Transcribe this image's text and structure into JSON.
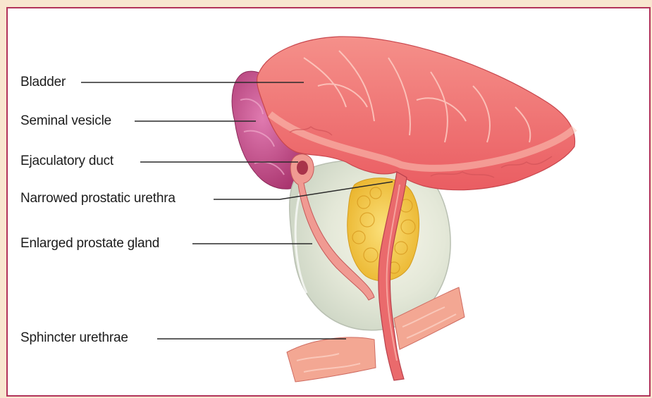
{
  "labels": {
    "bladder": "Bladder",
    "seminal_vesicle": "Seminal vesicle",
    "ejaculatory_duct": "Ejaculatory duct",
    "narrowed_urethra": "Narrowed prostatic urethra",
    "enlarged_prostate": "Enlarged prostate gland",
    "sphincter": "Sphincter urethrae"
  },
  "colors": {
    "frame_border": "#b2325a",
    "background": "#f8e6cf",
    "bladder": "#f07a78",
    "vesicle": "#c24a86",
    "prostate": "#e2e6d6",
    "hyperplasia": "#f2c23c",
    "sphincter": "#f1a08c"
  }
}
